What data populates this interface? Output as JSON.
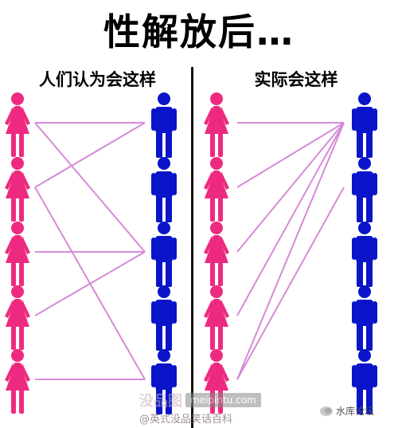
{
  "title": "性解放后…",
  "left_panel": {
    "heading": "人们认为会这样",
    "connections": [
      [
        0,
        0
      ],
      [
        0,
        2
      ],
      [
        1,
        0
      ],
      [
        1,
        4
      ],
      [
        2,
        2
      ],
      [
        3,
        2
      ],
      [
        4,
        4
      ]
    ]
  },
  "right_panel": {
    "heading": "实际会这样",
    "connections": [
      [
        0,
        0
      ],
      [
        1,
        0
      ],
      [
        2,
        0
      ],
      [
        3,
        0
      ],
      [
        4,
        0
      ],
      [
        4,
        1
      ]
    ]
  },
  "watermark": {
    "logo_text": "没品图",
    "url": "meipintu.com",
    "credit": "@英式没品笑话百科"
  },
  "forum": {
    "name": "水库论坛",
    "icon": "chat-bubbles-icon"
  },
  "colors": {
    "female": "#ee2a80",
    "male": "#0a14c8",
    "line": "#d58ad8",
    "divider": "#111111"
  }
}
